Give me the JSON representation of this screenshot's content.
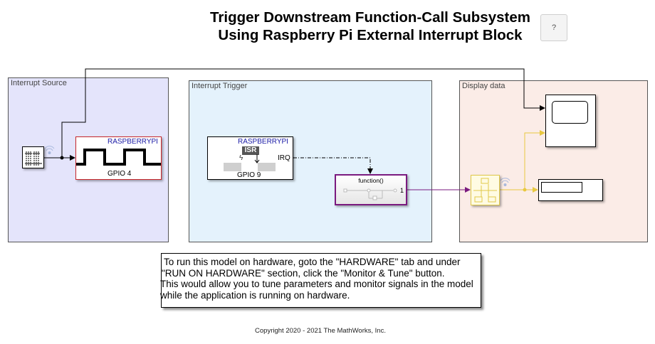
{
  "header": {
    "title_line1": "Trigger Downstream Function-Call Subsystem",
    "title_line2": "Using Raspberry Pi External Interrupt Block",
    "help_label": "?"
  },
  "areas": {
    "source": {
      "label": "Interrupt Source",
      "color": "#e4e4fb"
    },
    "trigger": {
      "label": "Interrupt Trigger",
      "color": "#e4f2fc"
    },
    "display": {
      "label": "Display data",
      "color": "#fbece7"
    }
  },
  "blocks": {
    "signal_builder": {
      "icon": "signal-builder-icon"
    },
    "gpio_write": {
      "vendor": "RASPBERRYPI",
      "label": "GPIO 4",
      "icon": "square-wave-icon",
      "border_color": "#c8262b"
    },
    "gpio_interrupt": {
      "vendor": "RASPBERRYPI",
      "isr_label": "ISR",
      "port": "IRQ",
      "label": "GPIO 9"
    },
    "function_call_subsystem": {
      "label": "function()",
      "port": "1",
      "border_color": "#7a1a7f"
    },
    "rate_transition": {
      "icon": "rate-transition-icon",
      "color": "#e0c94a"
    },
    "scope": {
      "icon": "scope-icon"
    },
    "display": {
      "icon": "display-icon"
    }
  },
  "note": {
    "lines": [
      "To run this model on hardware, goto the \"HARDWARE\" tab and under",
      "\"RUN ON HARDWARE\" section, click the \"Monitor & Tune\" button.",
      "This would allow you to tune parameters and monitor signals in the model",
      "while the application is running on hardware."
    ]
  },
  "footer": {
    "copyright": "Copyright 2020 - 2021 The MathWorks, Inc."
  },
  "colors": {
    "signal_black": "#000000",
    "fcn_call_purple": "#7a1a7f",
    "rate_yellow": "#e8c840"
  }
}
